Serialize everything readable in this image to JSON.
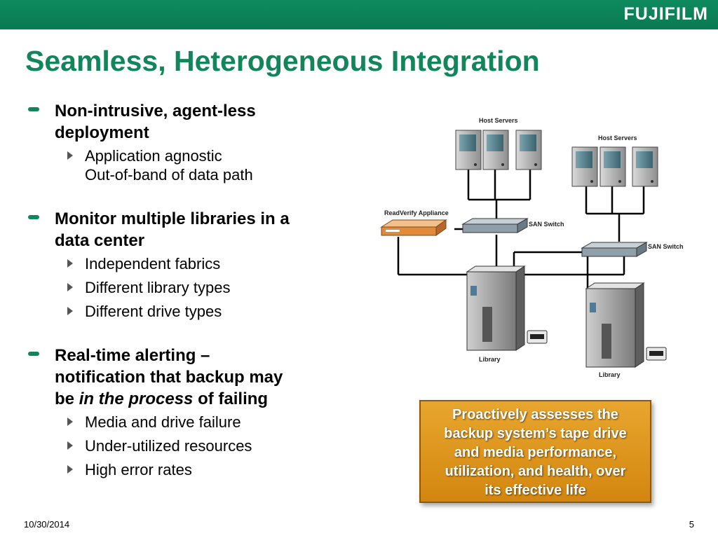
{
  "brand": {
    "logo": "FUJIFILM",
    "accent_color": "#12855a",
    "callout_color": "#e09a22"
  },
  "slide": {
    "title": "Seamless, Heterogeneous Integration",
    "bullets": [
      {
        "lines": [
          "Non-intrusive, agent-less",
          "deployment"
        ],
        "subs": [
          "Application agnostic",
          "Out-of-band of data path"
        ]
      },
      {
        "lines": [
          "Monitor multiple libraries in a",
          "data center"
        ],
        "subs": [
          "Independent fabrics",
          "Different library types",
          "Different drive types"
        ]
      },
      {
        "line1": "Real-time alerting –",
        "line2": "notification that backup may",
        "line3_pre": "be ",
        "line3_em": "in the process",
        "line3_post": " of failing",
        "subs": [
          "Media and drive failure",
          "Under-utilized resources",
          "High error rates"
        ]
      }
    ]
  },
  "diagram": {
    "host_servers_label_left": "Host Servers",
    "host_servers_label_right": "Host Servers",
    "appliance_label": "ReadVerify Appliance",
    "switch_label_left": "SAN Switch",
    "switch_label_right": "SAN Switch",
    "library_label_left": "Library",
    "library_label_right": "Library"
  },
  "callout": {
    "lines": [
      "Proactively assesses the",
      "backup system’s tape drive",
      "and media performance,",
      "utilization, and health, over",
      "its effective life"
    ]
  },
  "footer": {
    "date": "10/30/2014",
    "page": "5"
  }
}
